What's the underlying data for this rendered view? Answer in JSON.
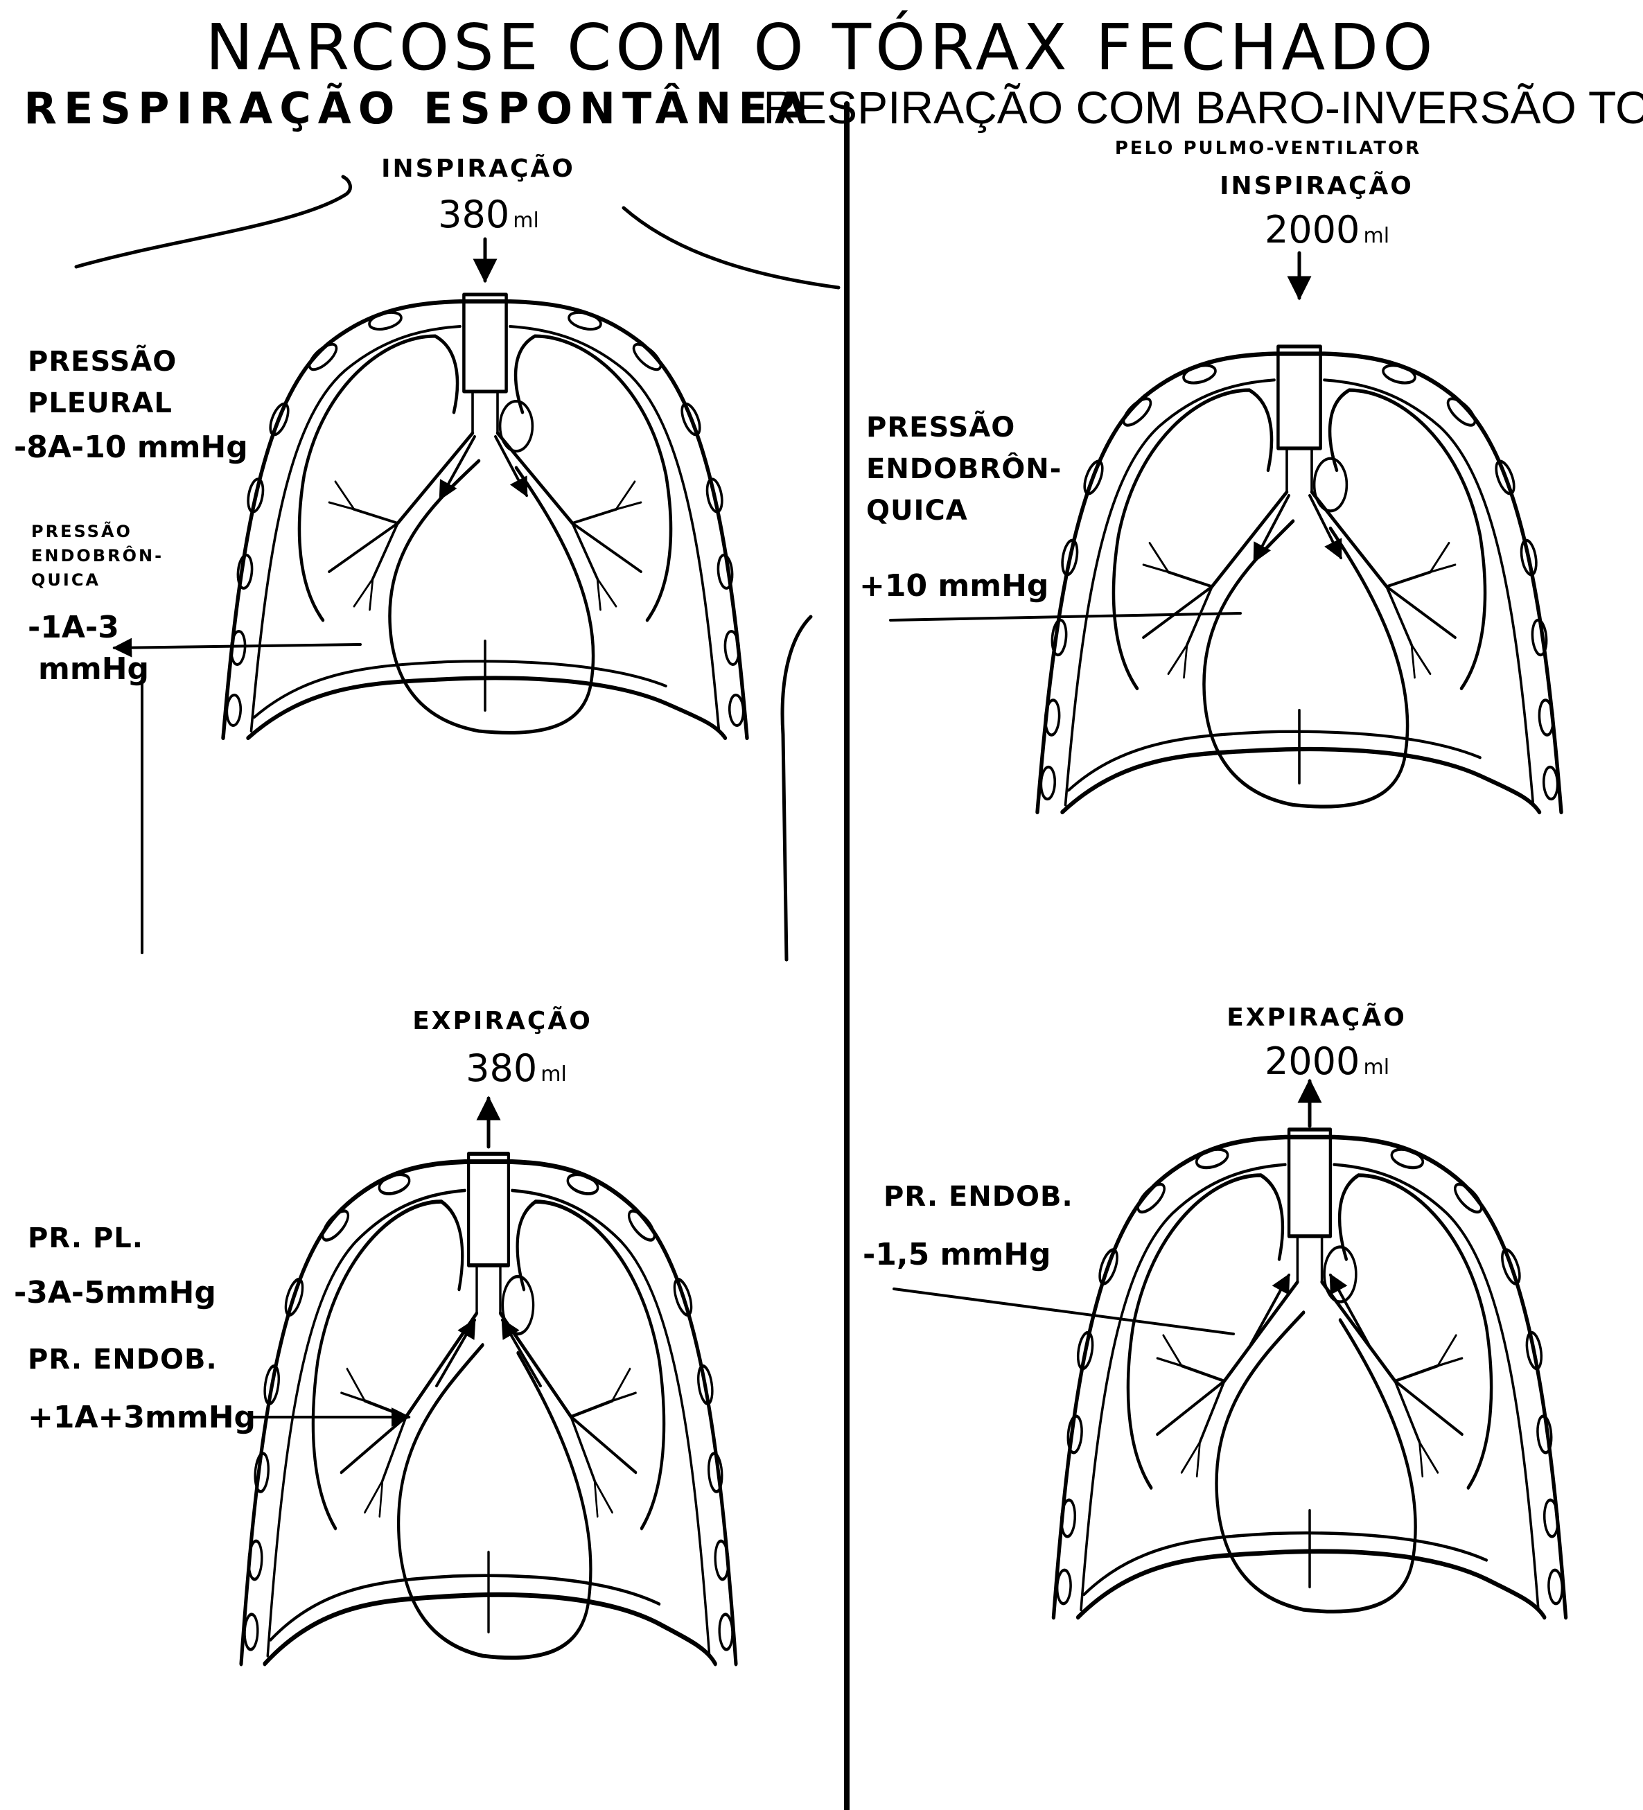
{
  "title": "NARCOSE COM O TÓRAX FECHADO",
  "left_heading": "RESPIRAÇÃO ESPONTÂNEA",
  "right_heading": "RESPIRAÇÃO COM BARO-INVERSÃO TOTAL",
  "right_subheading": "PELO PULMO-VENTILATOR",
  "panels": {
    "left_insp": {
      "phase": "INSPIRAÇÃO",
      "volume": "380",
      "unit": "ml",
      "label_a": [
        "PRESSÃO",
        "PLEURAL"
      ],
      "value_a": "-8A-10 mmHg",
      "label_b": [
        "PRESSÃO",
        "ENDOBRÔN-",
        "QUICA"
      ],
      "value_b": [
        "-1A-3",
        "mmHg"
      ]
    },
    "right_insp": {
      "phase": "INSPIRAÇÃO",
      "volume": "2000",
      "unit": "ml",
      "label_a": [
        "PRESSÃO",
        "ENDOBRÔN-",
        "QUICA"
      ],
      "value_a": "+10 mmHg"
    },
    "left_exp": {
      "phase": "EXPIRAÇÃO",
      "volume": "380",
      "unit": "ml",
      "label_a": "PR. PL.",
      "value_a": "-3A-5mmHg",
      "label_b": "PR. ENDOB.",
      "value_b": "+1A+3mmHg"
    },
    "right_exp": {
      "phase": "EXPIRAÇÃO",
      "volume": "2000",
      "unit": "ml",
      "label_a": "PR. ENDOB.",
      "value_a": "-1,5 mmHg"
    }
  }
}
